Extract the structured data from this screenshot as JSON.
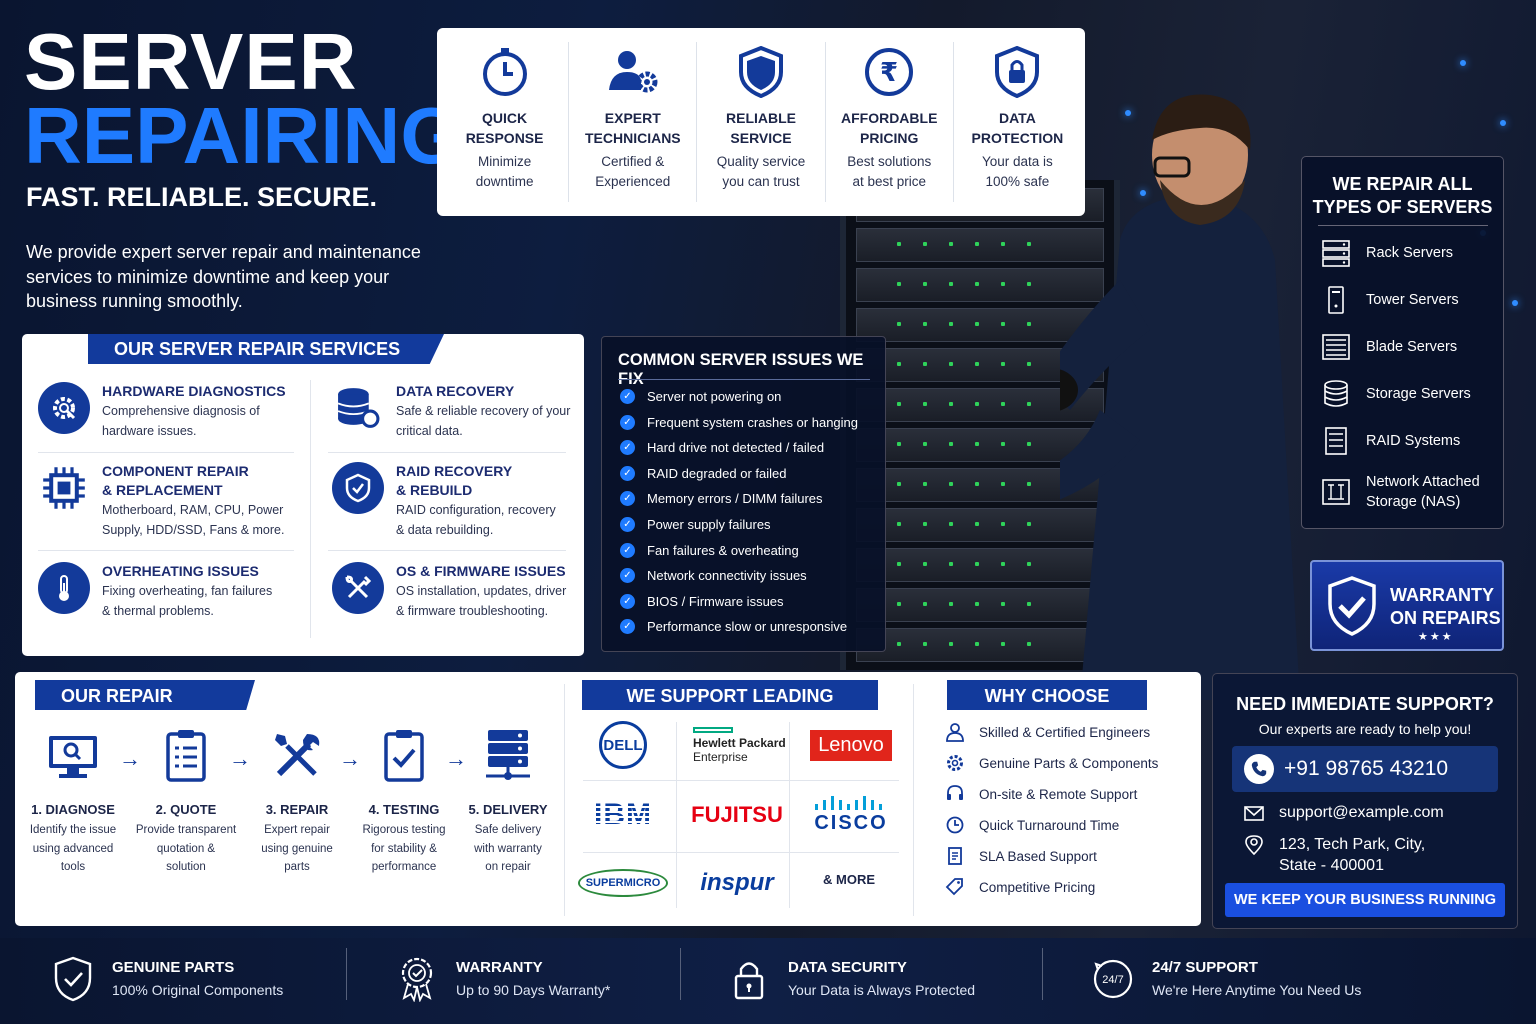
{
  "header": {
    "title_line1": "SERVER",
    "title_line2": "REPAIRING",
    "tagline": "FAST. RELIABLE. SECURE.",
    "intro": "We provide expert server repair and maintenance services to minimize downtime and keep your business running smoothly."
  },
  "features": [
    {
      "icon": "clock-icon",
      "title1": "QUICK",
      "title2": "RESPONSE",
      "desc1": "Minimize",
      "desc2": "downtime"
    },
    {
      "icon": "technician-gear-icon",
      "title1": "EXPERT",
      "title2": "TECHNICIANS",
      "desc1": "Certified &",
      "desc2": "Experienced"
    },
    {
      "icon": "shield-icon",
      "title1": "RELIABLE",
      "title2": "SERVICE",
      "desc1": "Quality service",
      "desc2": "you can trust"
    },
    {
      "icon": "rupee-icon",
      "title1": "AFFORDABLE",
      "title2": "PRICING",
      "desc1": "Best solutions",
      "desc2": "at best price"
    },
    {
      "icon": "lock-shield-icon",
      "title1": "DATA",
      "title2": "PROTECTION",
      "desc1": "Your data is",
      "desc2": "100% safe"
    }
  ],
  "services": {
    "title": "OUR SERVER REPAIR SERVICES",
    "items": [
      {
        "icon": "gear-search-icon",
        "h1": "HARDWARE DIAGNOSTICS",
        "h2": "",
        "d1": "Comprehensive diagnosis of",
        "d2": "hardware issues.",
        "d3": ""
      },
      {
        "icon": "database-recovery-icon",
        "h1": "DATA RECOVERY",
        "h2": "",
        "d1": "Safe & reliable recovery of your",
        "d2": "critical data.",
        "d3": ""
      },
      {
        "icon": "chip-icon",
        "h1": "COMPONENT REPAIR",
        "h2": "& REPLACEMENT",
        "d1": "Motherboard, RAM, CPU, Power",
        "d2": "Supply, HDD/SSD, Fans & more.",
        "d3": ""
      },
      {
        "icon": "shield-check-icon",
        "h1": "RAID RECOVERY",
        "h2": "& REBUILD",
        "d1": "RAID configuration, recovery",
        "d2": "& data rebuilding.",
        "d3": ""
      },
      {
        "icon": "thermometer-icon",
        "h1": "OVERHEATING ISSUES",
        "h2": "",
        "d1": "Fixing overheating, fan failures",
        "d2": "& thermal problems.",
        "d3": ""
      },
      {
        "icon": "tools-icon",
        "h1": "OS & FIRMWARE ISSUES",
        "h2": "",
        "d1": "OS installation, updates, driver",
        "d2": "& firmware troubleshooting.",
        "d3": ""
      }
    ]
  },
  "issues": {
    "title": "COMMON SERVER ISSUES WE FIX",
    "items": [
      "Server not powering on",
      "Frequent system crashes or hanging",
      "Hard drive not detected / failed",
      "RAID degraded or failed",
      "Memory errors / DIMM failures",
      "Power supply failures",
      "Fan failures & overheating",
      "Network connectivity issues",
      "BIOS / Firmware issues",
      "Performance slow or unresponsive"
    ]
  },
  "types": {
    "title1": "WE REPAIR ALL",
    "title2": "TYPES OF SERVERS",
    "items": [
      {
        "icon": "rack-server-icon",
        "l1": "Rack Servers",
        "l2": ""
      },
      {
        "icon": "tower-server-icon",
        "l1": "Tower Servers",
        "l2": ""
      },
      {
        "icon": "blade-server-icon",
        "l1": "Blade Servers",
        "l2": ""
      },
      {
        "icon": "storage-server-icon",
        "l1": "Storage Servers",
        "l2": ""
      },
      {
        "icon": "raid-icon",
        "l1": "RAID Systems",
        "l2": ""
      },
      {
        "icon": "nas-icon",
        "l1": "Network Attached",
        "l2": "Storage (NAS)"
      }
    ]
  },
  "warranty": {
    "l1": "WARRANTY",
    "l2": "ON REPAIRS",
    "stars": "★★★"
  },
  "process": {
    "title": "OUR REPAIR PROCESS",
    "steps": [
      {
        "icon": "monitor-search-icon",
        "label": "1. DIAGNOSE",
        "d1": "Identify the issue",
        "d2": "using advanced",
        "d3": "tools"
      },
      {
        "icon": "clipboard-list-icon",
        "label": "2. QUOTE",
        "d1": "Provide transparent",
        "d2": "quotation &",
        "d3": "solution"
      },
      {
        "icon": "wrench-screwdriver-icon",
        "label": "3. REPAIR",
        "d1": "Expert repair",
        "d2": "using genuine",
        "d3": "parts"
      },
      {
        "icon": "clipboard-check-icon",
        "label": "4. TESTING",
        "d1": "Rigorous testing",
        "d2": "for stability &",
        "d3": "performance"
      },
      {
        "icon": "server-network-icon",
        "label": "5. DELIVERY",
        "d1": "Safe delivery",
        "d2": "with warranty",
        "d3": "on repair"
      }
    ],
    "arrow": "→"
  },
  "brands": {
    "title": "WE SUPPORT LEADING BRANDS",
    "items": [
      "DELL",
      "Hewlett Packard",
      "Enterprise",
      "Lenovo",
      "IBM",
      "FUJITSU",
      "CISCO",
      "SUPERMICRO",
      "inspur",
      "& MORE"
    ],
    "dell_color": "#0a3d9e",
    "hpe_color": "#01a982",
    "lenovo_color": "#e1251b",
    "cisco_color": "#049fd9",
    "supermicro_color": "#2c8a3d",
    "fujitsu_color": "#e60012"
  },
  "why": {
    "title": "WHY CHOOSE US?",
    "items": [
      {
        "icon": "user-icon",
        "label": "Skilled & Certified Engineers"
      },
      {
        "icon": "gear-icon",
        "label": "Genuine Parts & Components"
      },
      {
        "icon": "headset-icon",
        "label": "On-site & Remote Support"
      },
      {
        "icon": "clock-icon",
        "label": "Quick Turnaround Time"
      },
      {
        "icon": "document-icon",
        "label": "SLA Based Support"
      },
      {
        "icon": "tag-icon",
        "label": "Competitive Pricing"
      }
    ]
  },
  "support": {
    "title": "NEED IMMEDIATE SUPPORT?",
    "subtitle": "Our experts are ready to help you!",
    "phone": "+91 98765 43210",
    "email": "support@example.com",
    "addr1": "123, Tech Park, City,",
    "addr2": "State - 400001",
    "button": "WE KEEP YOUR BUSINESS RUNNING"
  },
  "footer": [
    {
      "icon": "shield-check-icon",
      "title": "GENUINE PARTS",
      "sub": "100% Original Components"
    },
    {
      "icon": "award-badge-icon",
      "title": "WARRANTY",
      "sub": "Up to 90 Days Warranty*"
    },
    {
      "icon": "padlock-icon",
      "title": "DATA SECURITY",
      "sub": "Your Data is Always Protected"
    },
    {
      "icon": "support-247-icon",
      "title": "24/7 SUPPORT",
      "sub": "We're Here Anytime You Need Us",
      "badge": "24/7"
    }
  ],
  "colors": {
    "accent": "#1f7bff",
    "navy": "#133a9a",
    "bg": "#0a1530"
  }
}
